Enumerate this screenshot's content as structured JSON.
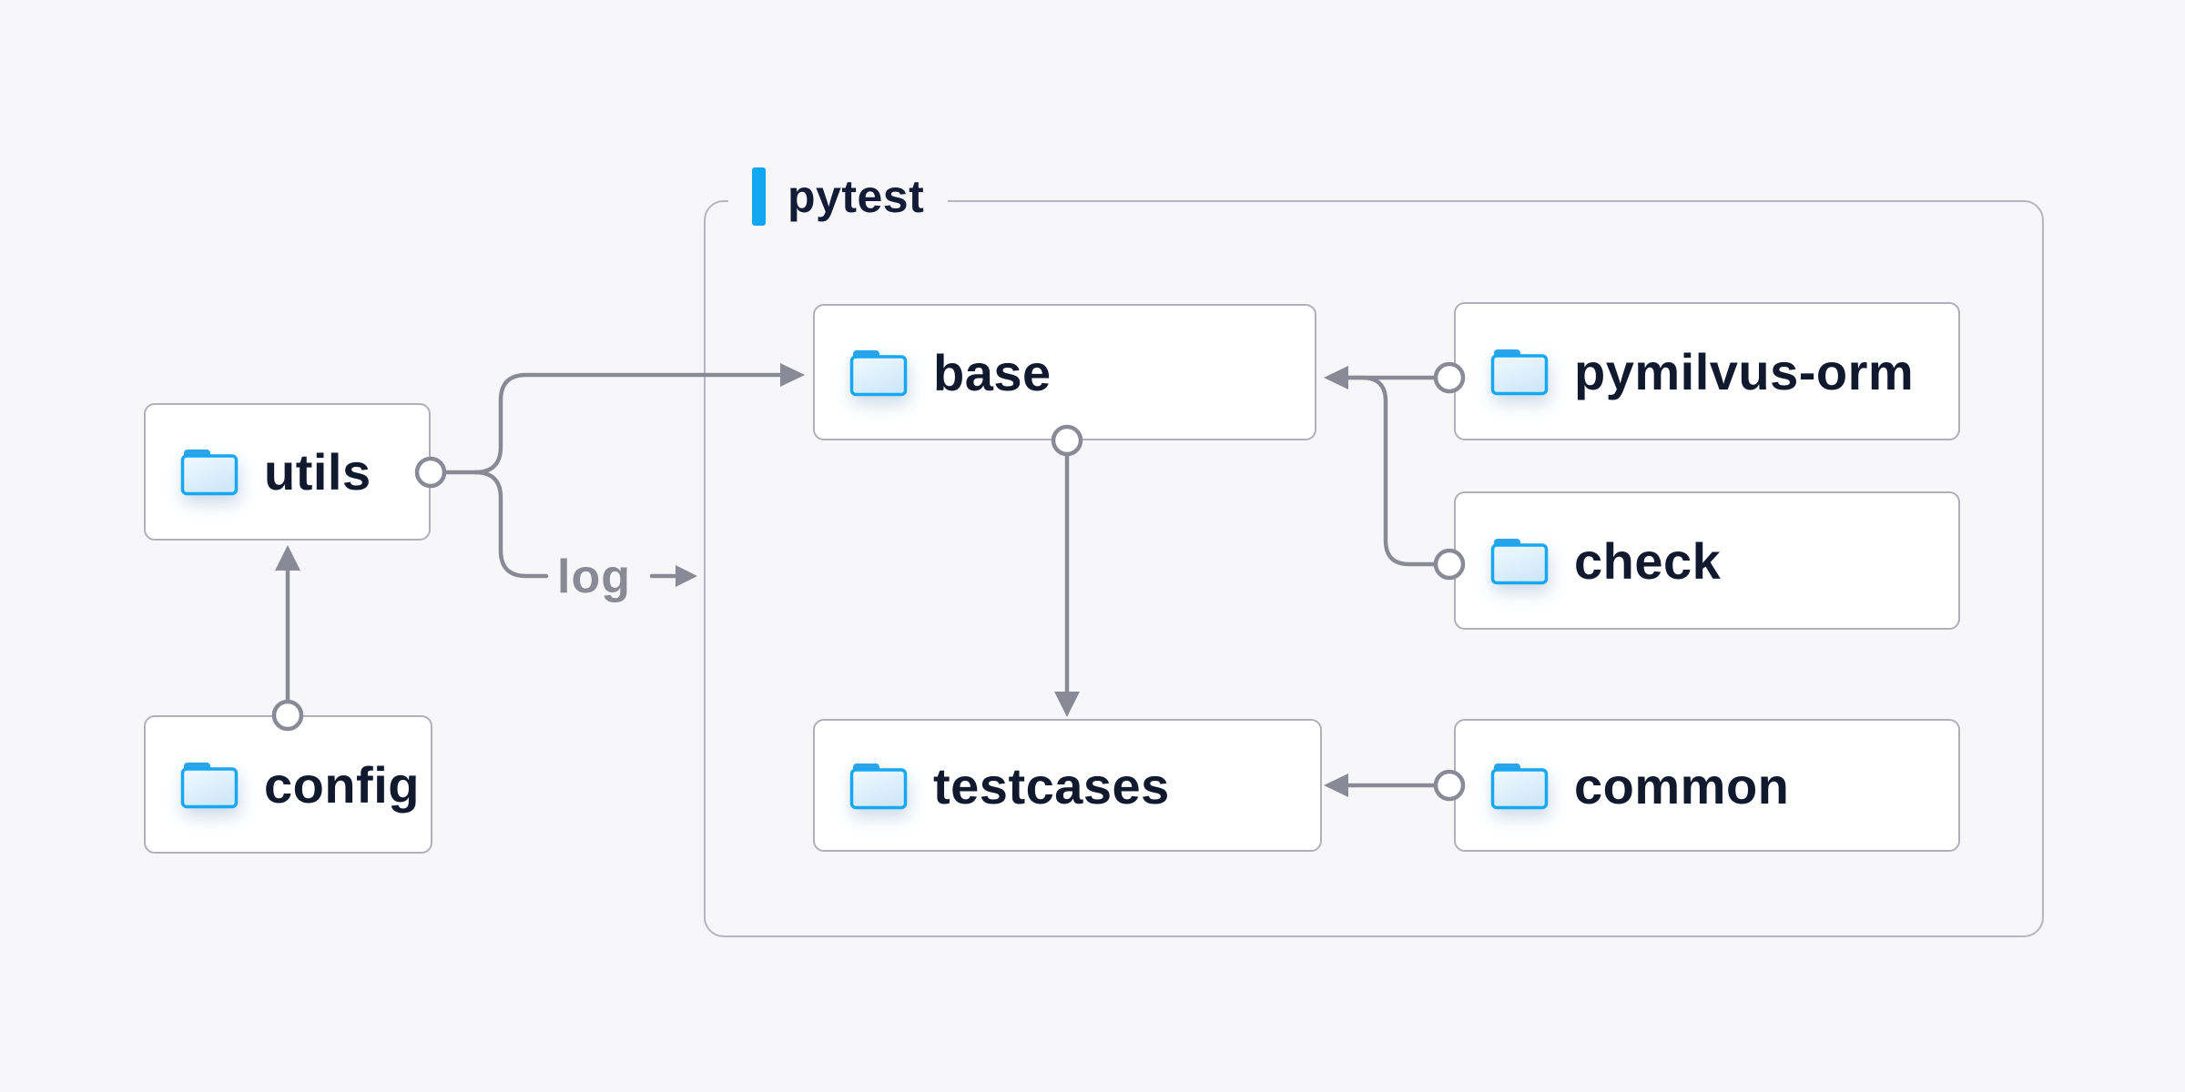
{
  "diagram": {
    "group_label": "pytest",
    "log_edge_label": "log"
  },
  "nodes": {
    "utils": {
      "label": "utils"
    },
    "config": {
      "label": "config"
    },
    "base": {
      "label": "base"
    },
    "pymilvus-orm": {
      "label": "pymilvus-orm"
    },
    "check": {
      "label": "check"
    },
    "testcases": {
      "label": "testcases"
    },
    "common": {
      "label": "common"
    }
  },
  "edges": [
    {
      "from": "config",
      "to": "utils"
    },
    {
      "from": "utils",
      "to": "base"
    },
    {
      "from": "utils",
      "to": "pytest-group",
      "label": "log"
    },
    {
      "from": "pymilvus-orm",
      "to": "base"
    },
    {
      "from": "check",
      "to": "base"
    },
    {
      "from": "base",
      "to": "testcases"
    },
    {
      "from": "common",
      "to": "testcases"
    }
  ],
  "colors": {
    "background": "#f7f7f9",
    "box_background": "#ffffff",
    "box_border": "#b0b0bc",
    "group_border": "#b6b6c2",
    "edge_gray": "#8a8a97",
    "text_dark": "#11192f",
    "accent_blue": "#13a7f2",
    "folder_stroke": "#17a7f3",
    "folder_tab": "#2aa3e8"
  }
}
